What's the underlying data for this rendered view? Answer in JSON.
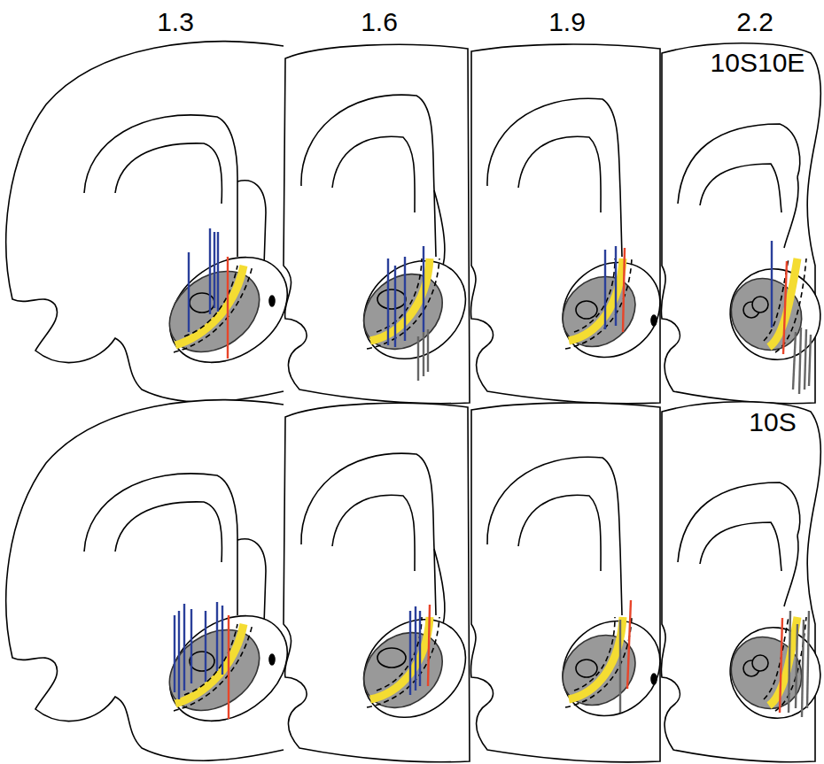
{
  "diagram": {
    "labels": [
      "1.3",
      "1.6",
      "1.9",
      "2.2",
      "10S10E",
      "10S"
    ]
  }
}
